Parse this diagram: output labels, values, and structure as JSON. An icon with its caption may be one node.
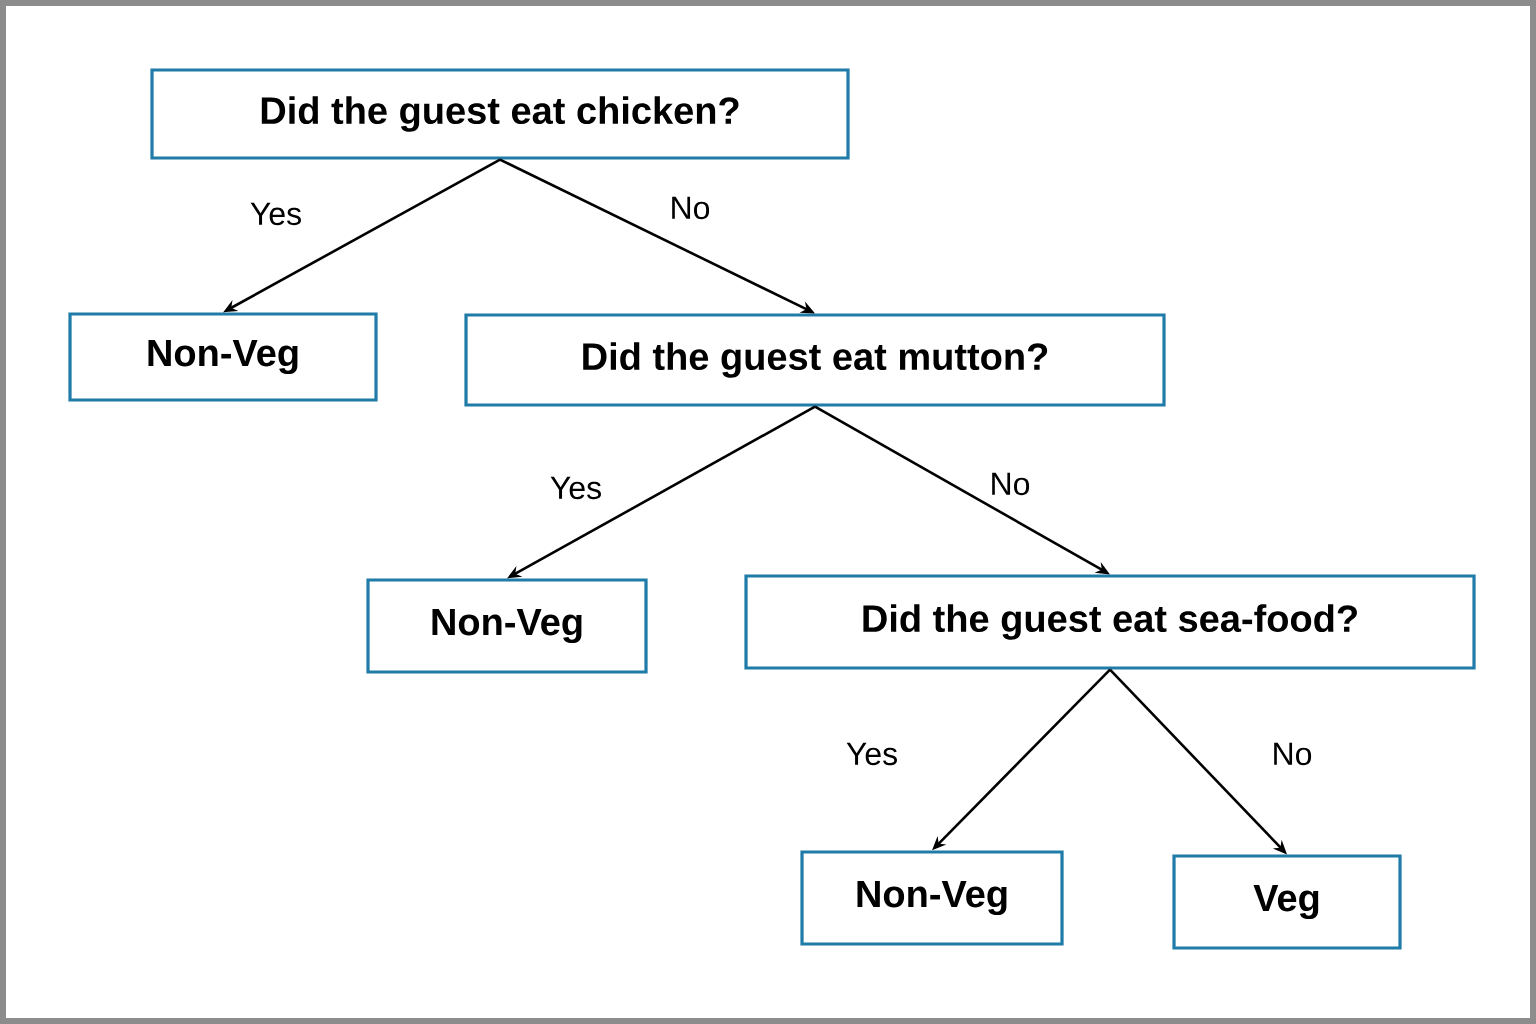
{
  "diagram": {
    "nodes": [
      {
        "text": [
          "Did the guest eat chicken?"
        ]
      },
      {
        "text": [
          "Non-Veg"
        ]
      },
      {
        "text": [
          "Did the guest eat mutton?"
        ]
      },
      {
        "text": [
          "Non-Veg"
        ]
      },
      {
        "text": [
          "Did the guest eat sea-food?"
        ]
      },
      {
        "text": [
          "Non-Veg"
        ]
      },
      {
        "text": [
          "Veg"
        ]
      }
    ],
    "edges": [
      {
        "from": 0,
        "to": 1,
        "arrow": "to",
        "label": "Yes"
      },
      {
        "from": 0,
        "to": 2,
        "arrow": "to",
        "label": "No"
      },
      {
        "from": 2,
        "to": 3,
        "arrow": "to",
        "label": "Yes"
      },
      {
        "from": 2,
        "to": 4,
        "arrow": "to",
        "label": "No"
      },
      {
        "from": 4,
        "to": 5,
        "arrow": "to",
        "label": "Yes"
      },
      {
        "from": 4,
        "to": 6,
        "arrow": "to",
        "label": "No"
      }
    ]
  }
}
